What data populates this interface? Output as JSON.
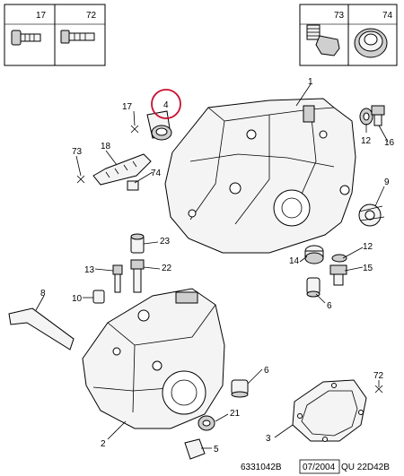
{
  "diagram": {
    "callouts": {
      "n1": "1",
      "n2": "2",
      "n3": "3",
      "n4": "4",
      "n5": "5",
      "n6a": "6",
      "n6b": "6",
      "n8": "8",
      "n9": "9",
      "n10": "10",
      "n12a": "12",
      "n12b": "12",
      "n13": "13",
      "n14": "14",
      "n15": "15",
      "n16": "16",
      "n17a": "17",
      "n18": "18",
      "n21": "21",
      "n22": "22",
      "n23": "23",
      "n72a": "72",
      "n73a": "73",
      "n74a": "74"
    },
    "legend_left": {
      "a": "17",
      "b": "72"
    },
    "legend_right": {
      "a": "73",
      "b": "74"
    },
    "highlight_color": "#c8102e"
  },
  "footer": {
    "ref": "6331042B",
    "date": "07/2004",
    "code": "QU 22D42B"
  }
}
